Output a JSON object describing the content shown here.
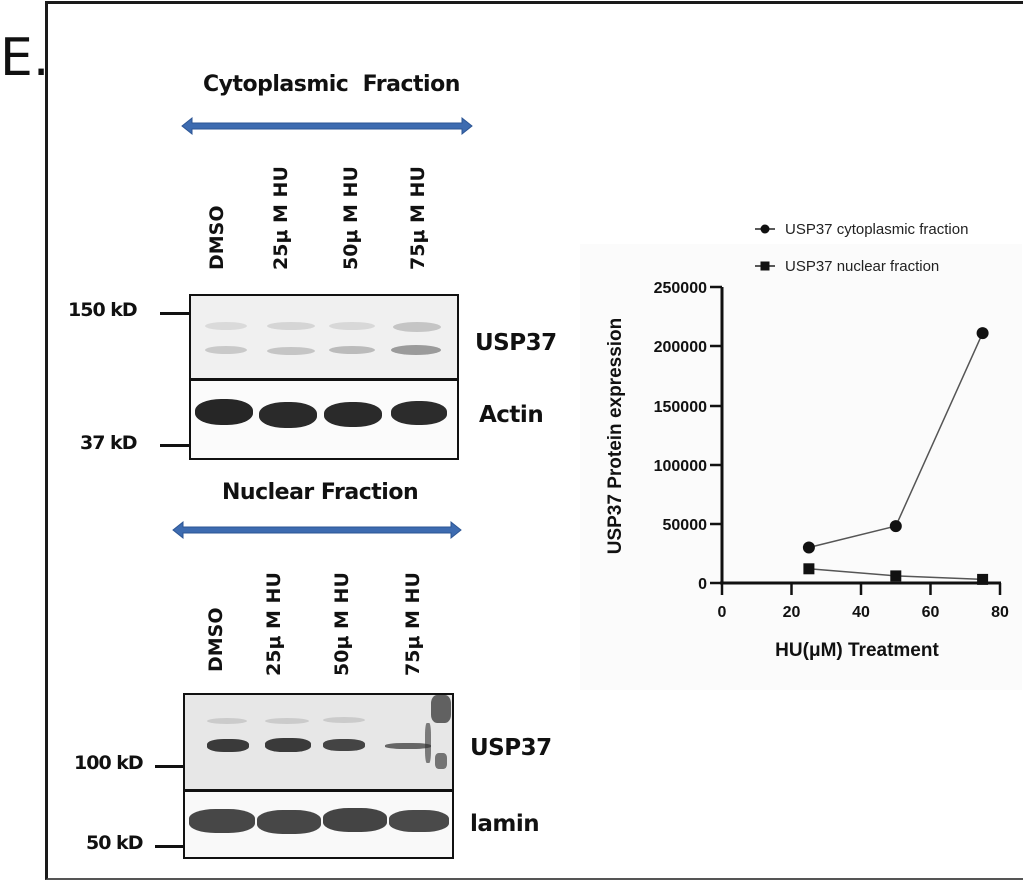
{
  "panel_label": "E.",
  "blots": {
    "cytoplasmic": {
      "title": "Cytoplasmic  Fraction",
      "lanes": [
        "DMSO",
        "25μ M HU",
        "50μ M HU",
        "75μ M HU"
      ],
      "markers": [
        "150 kD",
        "37 kD"
      ],
      "proteins": [
        "USP37",
        "Actin"
      ]
    },
    "nuclear": {
      "title": "Nuclear Fraction",
      "lanes": [
        "DMSO",
        "25μ M HU",
        "50μ M HU",
        "75μ M HU"
      ],
      "markers": [
        "100 kD",
        "50 kD"
      ],
      "proteins": [
        "USP37",
        "lamin"
      ]
    },
    "arrow_color": "#3d6bb0"
  },
  "chart_data": {
    "type": "line",
    "title": "",
    "xlabel": "HU(μM) Treatment",
    "ylabel": "USP37 Protein expression",
    "xlim": [
      0,
      80
    ],
    "ylim": [
      0,
      250000
    ],
    "x_ticks": [
      "0",
      "20",
      "40",
      "60",
      "80"
    ],
    "y_ticks": [
      "0",
      "50000",
      "100000",
      "150000",
      "200000",
      "250000"
    ],
    "x": [
      25,
      50,
      75
    ],
    "series": [
      {
        "name": "USP37 cytoplasmic fraction",
        "marker": "circle",
        "values": [
          30000,
          48000,
          211000
        ]
      },
      {
        "name": "USP37 nuclear fraction",
        "marker": "square",
        "values": [
          12000,
          6000,
          3000
        ]
      }
    ],
    "grid": false,
    "legend_position": "top"
  }
}
